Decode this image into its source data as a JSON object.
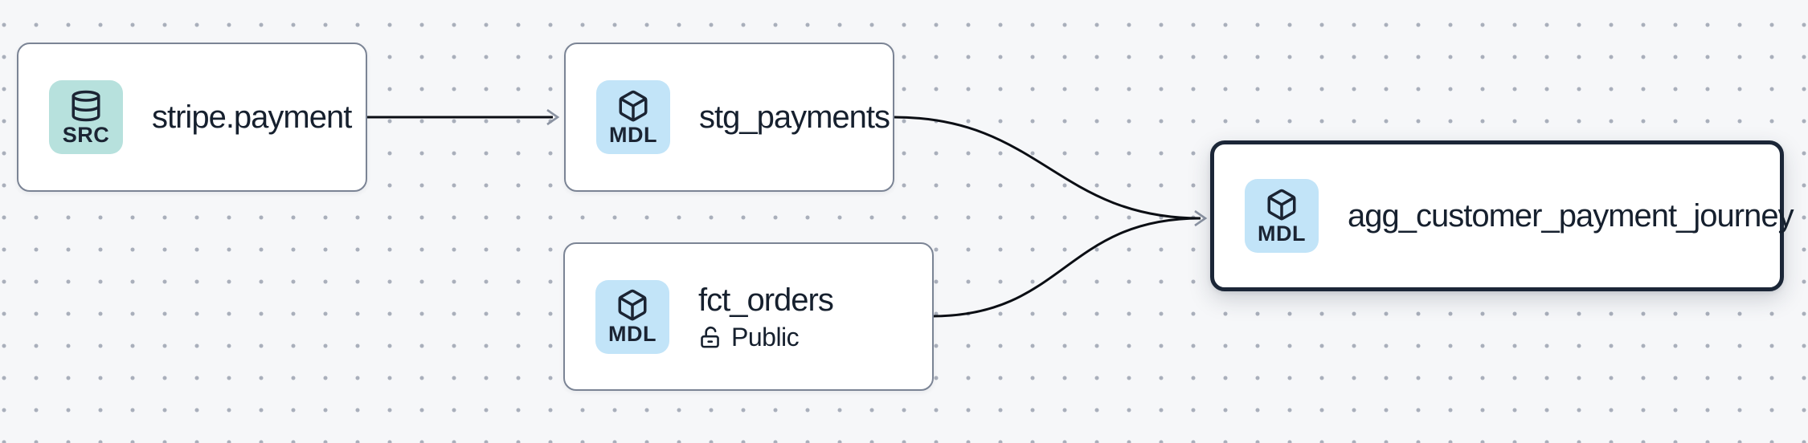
{
  "canvas": {
    "type": "lineage-dag",
    "background_color": "#f6f7f9",
    "dot_color": "#a9afbb"
  },
  "colors": {
    "edge": "#0b0e14",
    "arrowhead": "#8b93a2",
    "node_border": "#7b8495",
    "selected_node_border": "#1b2637",
    "text": "#16202e",
    "src_badge_bg": "#b7e1dd",
    "mdl_badge_bg": "#c2e4f8"
  },
  "nodes": [
    {
      "id": "stripe.payment",
      "label": "stripe.payment",
      "badge_label": "SRC",
      "badge_icon": "database-icon",
      "selected": false
    },
    {
      "id": "stg_payments",
      "label": "stg_payments",
      "badge_label": "MDL",
      "badge_icon": "cube-icon",
      "selected": false
    },
    {
      "id": "fct_orders",
      "label": "fct_orders",
      "badge_label": "MDL",
      "badge_icon": "cube-icon",
      "meta_icon": "unlock-icon",
      "meta_label": "Public",
      "selected": false
    },
    {
      "id": "agg_customer_payment_journey",
      "label": "agg_customer_payment_journey",
      "badge_label": "MDL",
      "badge_icon": "cube-icon",
      "selected": true
    }
  ],
  "edges": [
    {
      "from": "stripe.payment",
      "to": "stg_payments"
    },
    {
      "from": "stg_payments",
      "to": "agg_customer_payment_journey"
    },
    {
      "from": "fct_orders",
      "to": "agg_customer_payment_journey"
    }
  ]
}
